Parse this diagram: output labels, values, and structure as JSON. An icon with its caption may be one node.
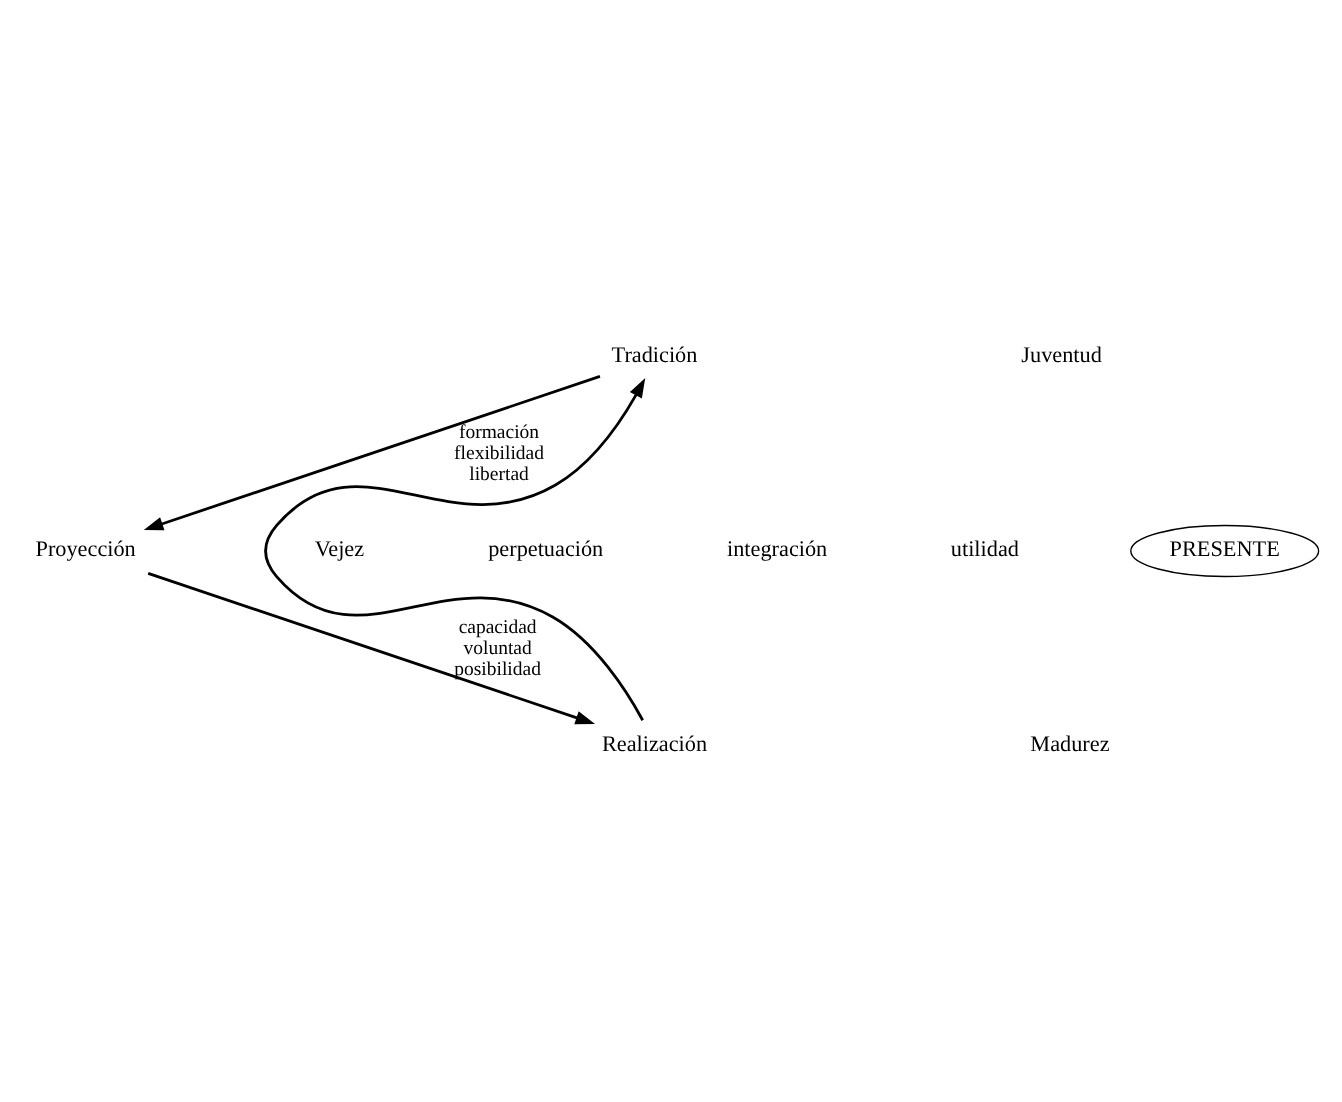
{
  "diagram": {
    "nodes": [
      {
        "text": [
          "Tradición"
        ]
      },
      {
        "text": [
          "Proyección"
        ]
      },
      {
        "text": [
          "Realización"
        ]
      },
      {
        "text": [
          "PRESENTE"
        ]
      }
    ],
    "edges": [
      {
        "from": 2,
        "to": 0,
        "arrow": "to"
      },
      {
        "from": 0,
        "to": 1,
        "arrow": "to",
        "label": "formación flexibilidad libertad"
      },
      {
        "from": 1,
        "to": 2,
        "arrow": "to",
        "label": "capacidad voluntad posibilidad"
      }
    ],
    "labels": [
      "Juventud",
      "Vejez",
      "perpetuación",
      "integración",
      "utilidad",
      "Madurez"
    ]
  }
}
